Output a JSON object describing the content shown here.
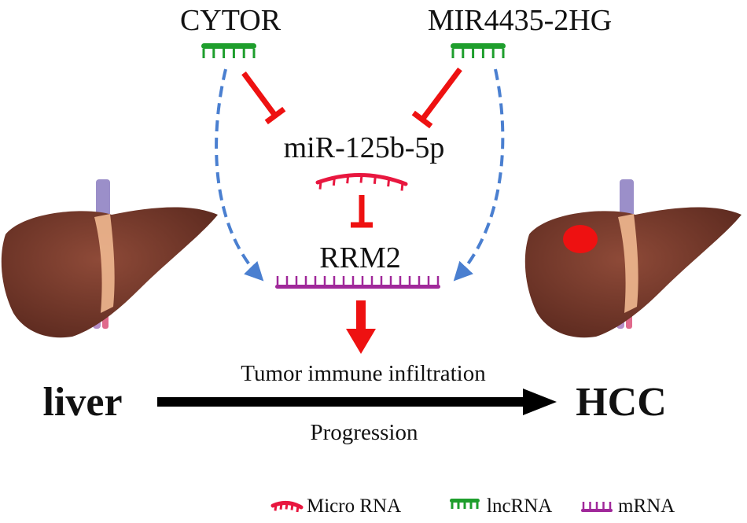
{
  "nodes": {
    "cytor": "CYTOR",
    "mir4435": "MIR4435-2HG",
    "mirna": "miR-125b-5p",
    "rrm2": "RRM2"
  },
  "process": {
    "top_label": "Tumor immune infiltration",
    "bottom_label": "Progression",
    "start": "liver",
    "end": "HCC"
  },
  "legend": {
    "micro_rna": "Micro RNA",
    "lncrna": "lncRNA",
    "mrna": "mRNA"
  },
  "colors": {
    "lncrna": "#1e9e2c",
    "micro_rna": "#e8173f",
    "mrna": "#a0289a",
    "inhibit": "#ee1111",
    "dashed_arrow": "#4a7fd0",
    "liver_text": "#1e9e3a",
    "hcc_text": "#e01515",
    "liver_tissue": "#7a3b2c",
    "tumor": "#ee1111"
  }
}
